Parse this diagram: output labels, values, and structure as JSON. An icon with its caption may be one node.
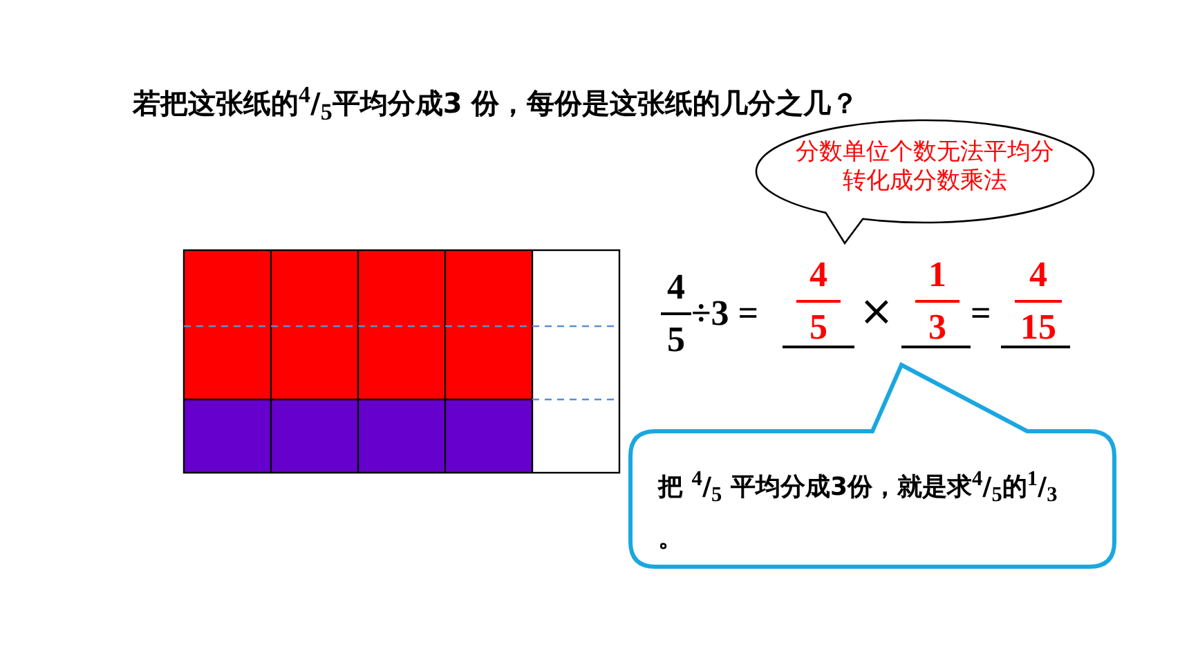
{
  "diagram": {
    "title": "若把这张纸的$^{4}$/$_{5}$平均分成3 份，每份是这张纸的几分之几？",
    "nodes": [
      {
        "text": [
          "分数单位个数无法平均分",
          "转化成分数乘法"
        ]
      },
      {
        "text": [
          "把 $^{4}$/$_{5}$ 平均分成3份，就是求$^{4}$/$_{5}$的$^{1}$/$_{3}$ 。"
        ]
      }
    ],
    "edges": [],
    "labels": [
      "4",
      "5",
      "÷3 =",
      "4",
      "5",
      "×",
      "1",
      "3",
      "=",
      "4",
      "15"
    ]
  }
}
